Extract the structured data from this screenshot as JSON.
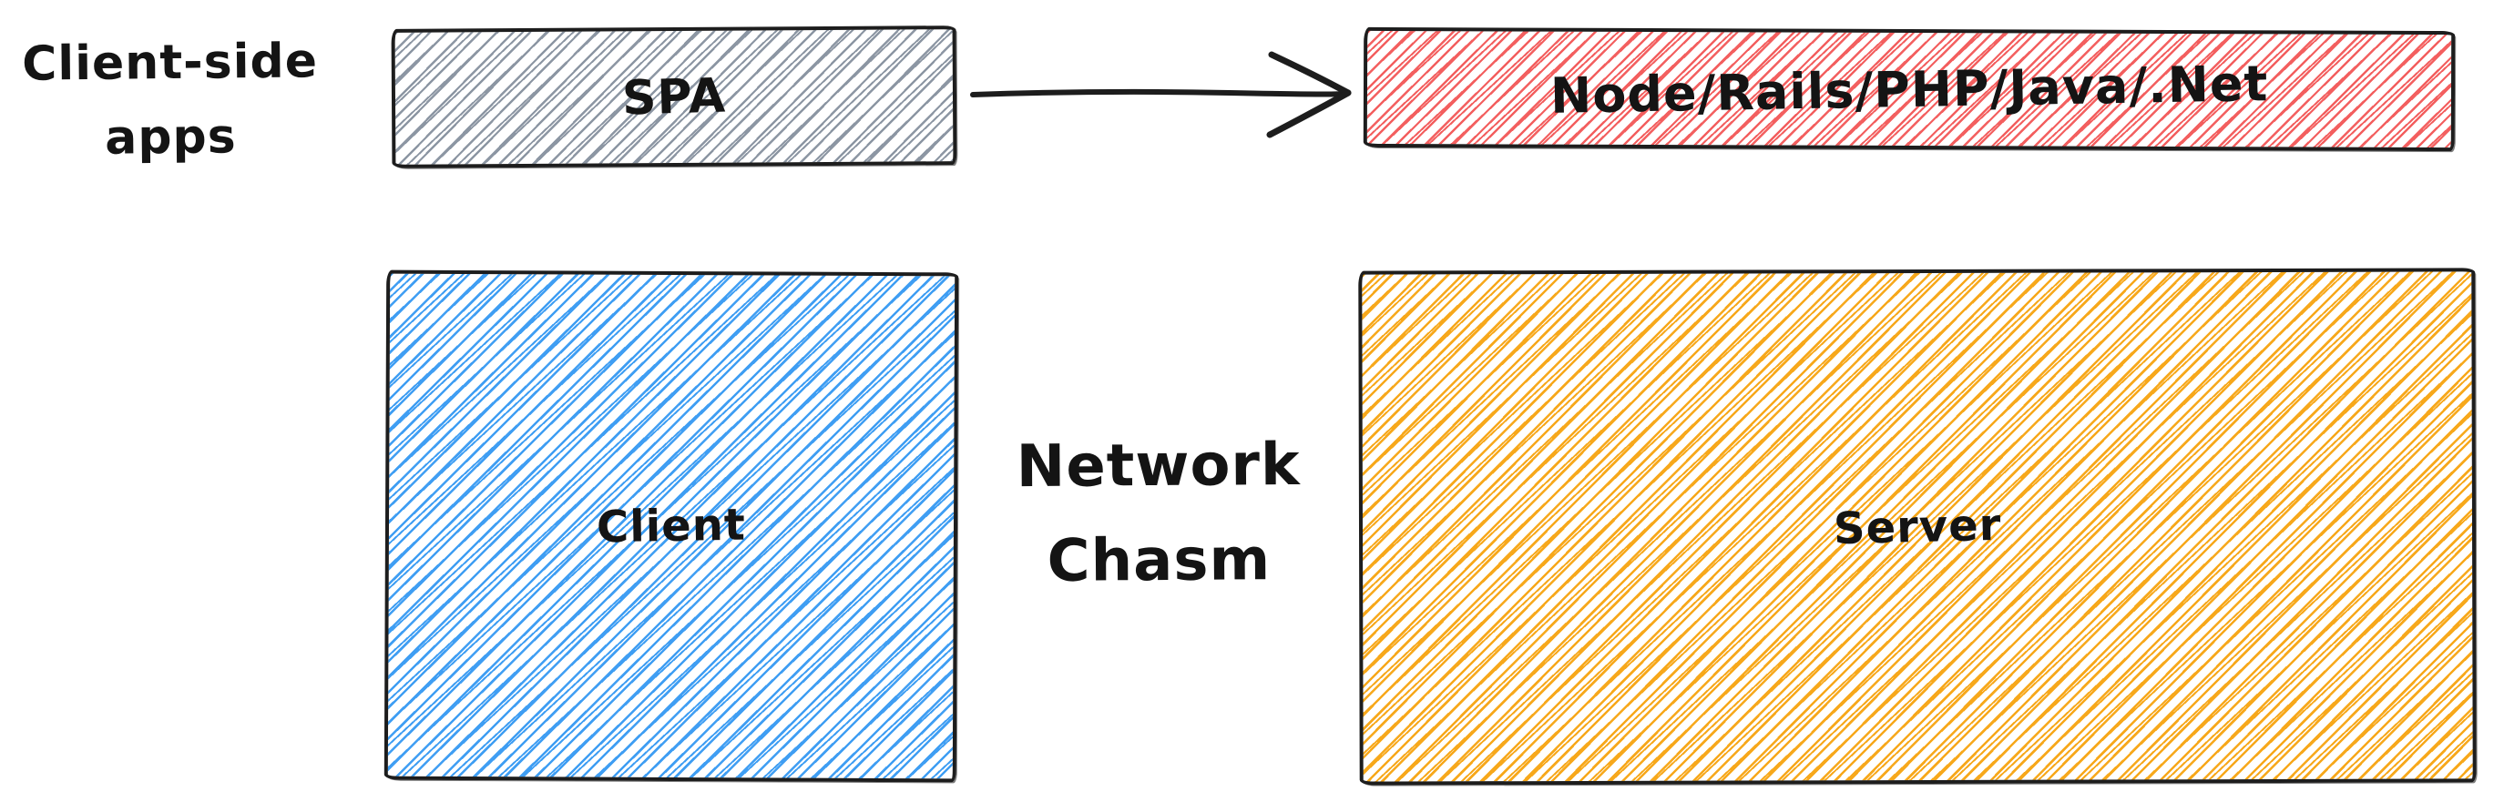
{
  "colors": {
    "background": "#ffffff",
    "stroke": "#1d1d1d",
    "text": "#141414",
    "gray_hatch": "#8c96a3",
    "red_hatch": "#f35f5f",
    "blue_hatch": "#3f9ef3",
    "orange_hatch": "#f7a81b"
  },
  "annotations": {
    "client_side_apps": {
      "line1": "Client-side",
      "line2": "apps"
    },
    "network_chasm": {
      "line1": "Network",
      "line2": "Chasm"
    }
  },
  "nodes": {
    "spa": {
      "label": "SPA",
      "hatch": "gray"
    },
    "backend": {
      "label": "Node/Rails/PHP/Java/.Net",
      "hatch": "red"
    },
    "client": {
      "label": "Client",
      "hatch": "blue"
    },
    "server": {
      "label": "Server",
      "hatch": "orange"
    }
  },
  "connections": [
    {
      "from": "SPA",
      "to": "Node/Rails/PHP/Java/.Net",
      "type": "arrow-right"
    }
  ]
}
